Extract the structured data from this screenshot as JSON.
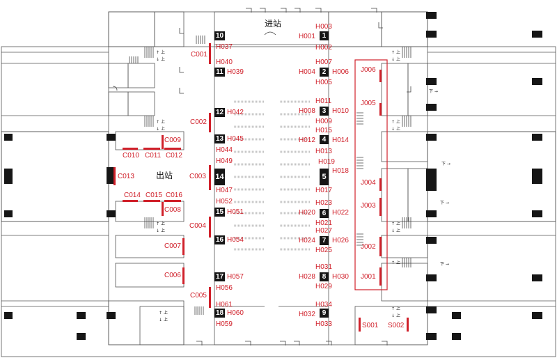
{
  "areas": {
    "entrance": "进站",
    "exit": "出站"
  },
  "stairs_label": "上",
  "escalator_label": "下",
  "gate_numbers": [
    "1",
    "2",
    "3",
    "4",
    "5",
    "6",
    "7",
    "8",
    "9",
    "10",
    "11",
    "12",
    "13",
    "14",
    "15",
    "16",
    "17",
    "18"
  ],
  "labels_h": [
    "H001",
    "H002",
    "H003",
    "H004",
    "H005",
    "H006",
    "H007",
    "H008",
    "H009",
    "H010",
    "H011",
    "H012",
    "H013",
    "H014",
    "H015",
    "H017",
    "H018",
    "H019",
    "H020",
    "H021",
    "H022",
    "H023",
    "H024",
    "H025",
    "H026",
    "H027",
    "H028",
    "H029",
    "H030",
    "H031",
    "H032",
    "H033",
    "H034",
    "H037",
    "H039",
    "H040",
    "H042",
    "H044",
    "H045",
    "H047",
    "H049",
    "H051",
    "H052",
    "H054",
    "H056",
    "H057",
    "H059",
    "H060",
    "H061"
  ],
  "labels_c": [
    "C001",
    "C002",
    "C003",
    "C004",
    "C005",
    "C006",
    "C007",
    "C008",
    "C009",
    "C010",
    "C011",
    "C012",
    "C013",
    "C014",
    "C015",
    "C016"
  ],
  "labels_j": [
    "J001",
    "J002",
    "J003",
    "J004",
    "J005",
    "J006"
  ],
  "labels_s": [
    "S001",
    "S002"
  ],
  "colors": {
    "accent": "#d0202a",
    "line": "#333333",
    "block": "#161616"
  }
}
